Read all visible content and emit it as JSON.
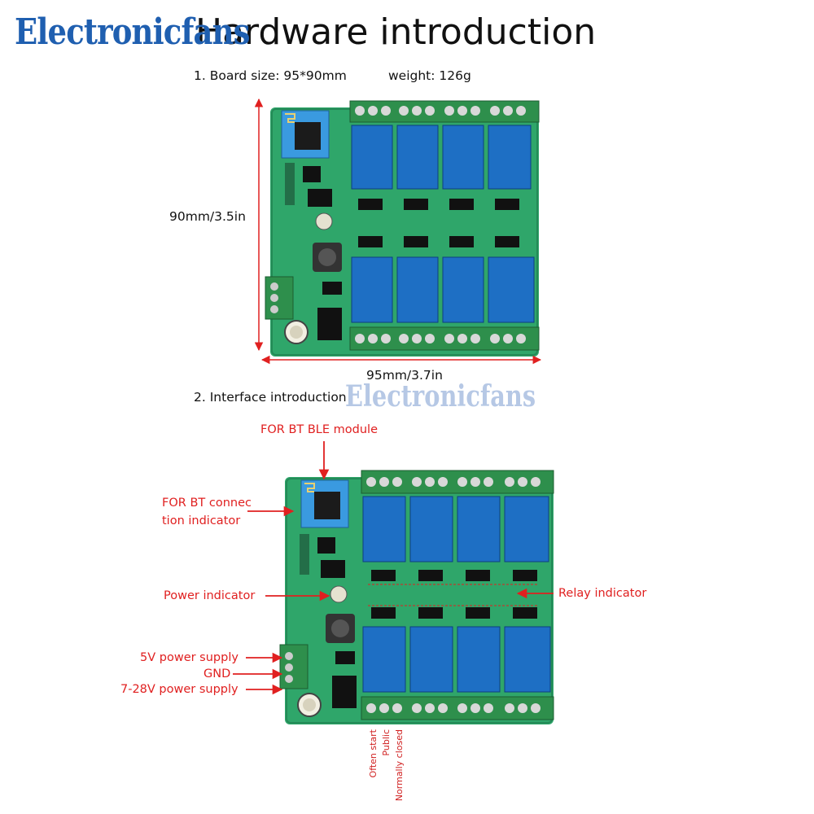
{
  "header": {
    "brand": "Electronicfans",
    "title": "Hardware introduction"
  },
  "section1": {
    "heading": "1. Board size: 95*90mm",
    "weight": "weight: 126g",
    "height_label": "90mm/3.5in",
    "width_label": "95mm/3.7in"
  },
  "section2": {
    "heading": "2. Interface introduction",
    "watermark": "Electronicfans",
    "labels": {
      "ble_module": "FOR BT BLE module",
      "bt_indicator_line1": "FOR BT connec",
      "bt_indicator_line2": "tion indicator",
      "power_indicator": "Power indicator",
      "relay_indicator": "Relay indicator",
      "power_5v": "5V power supply",
      "gnd": "GND",
      "power_7_28v": "7-28V power supply",
      "often_start": "Often start",
      "public": "Public",
      "normally_closed": "Normally closed"
    }
  },
  "colors": {
    "pcb": "#2fa66a",
    "relay": "#1e6fc4",
    "terminal": "#2e8f4c",
    "annotation": "#e02020",
    "brand": "#1f5fb0"
  }
}
